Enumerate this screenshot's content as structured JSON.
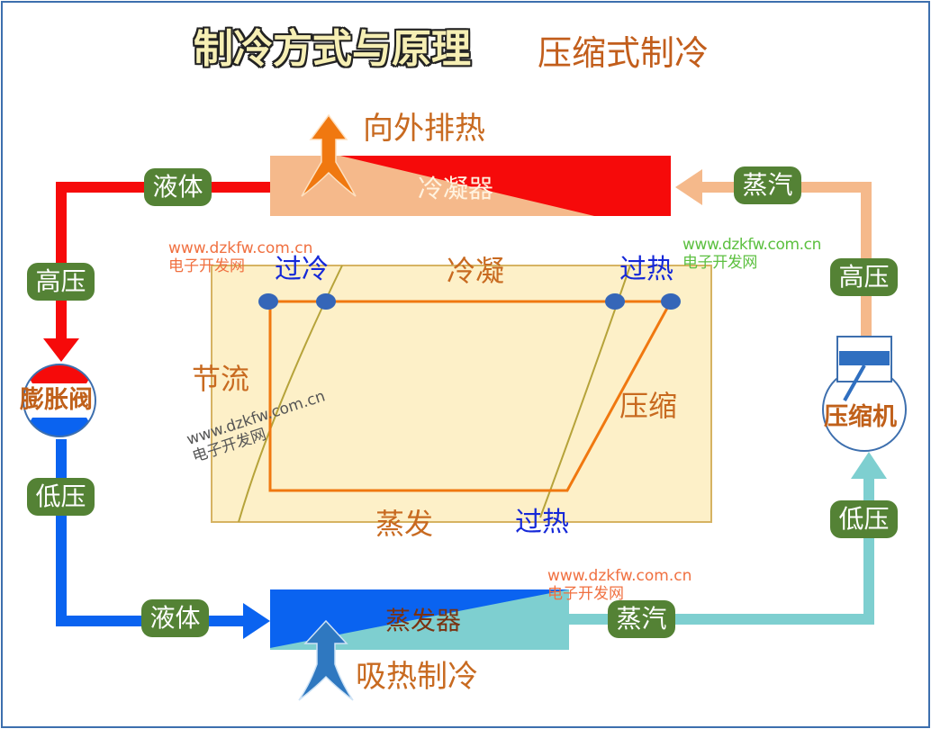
{
  "title": "制冷方式与原理",
  "subtitle": "压缩式制冷",
  "condenser": {
    "label": "冷凝器",
    "heat_out": "向外排热"
  },
  "evaporator": {
    "label": "蒸发器",
    "heat_in": "吸热制冷"
  },
  "expansion_valve": {
    "label": "膨胀阀"
  },
  "compressor": {
    "label": "压缩机"
  },
  "pipe_labels": {
    "left_top_state": "液体",
    "left_high_pressure": "高压",
    "left_low_pressure": "低压",
    "bottom_left_state": "液体",
    "bottom_right_state": "蒸汽",
    "right_low_pressure": "低压",
    "right_high_pressure": "高压",
    "top_right_state": "蒸汽"
  },
  "cycle_diagram": {
    "subcool": "过冷",
    "condense": "冷凝",
    "superheat_top": "过热",
    "throttle": "节流",
    "compress": "压缩",
    "evaporate": "蒸发",
    "superheat_bottom": "过热"
  },
  "watermark": {
    "url": "www.dzkfw.com.cn",
    "name": "电子开发网"
  },
  "colors": {
    "high_pressure": "#f60a0a",
    "low_pressure": "#0a63f0",
    "vapor_high": "#f5b98b",
    "vapor_low": "#7ecfd0",
    "pill": "#548235"
  }
}
